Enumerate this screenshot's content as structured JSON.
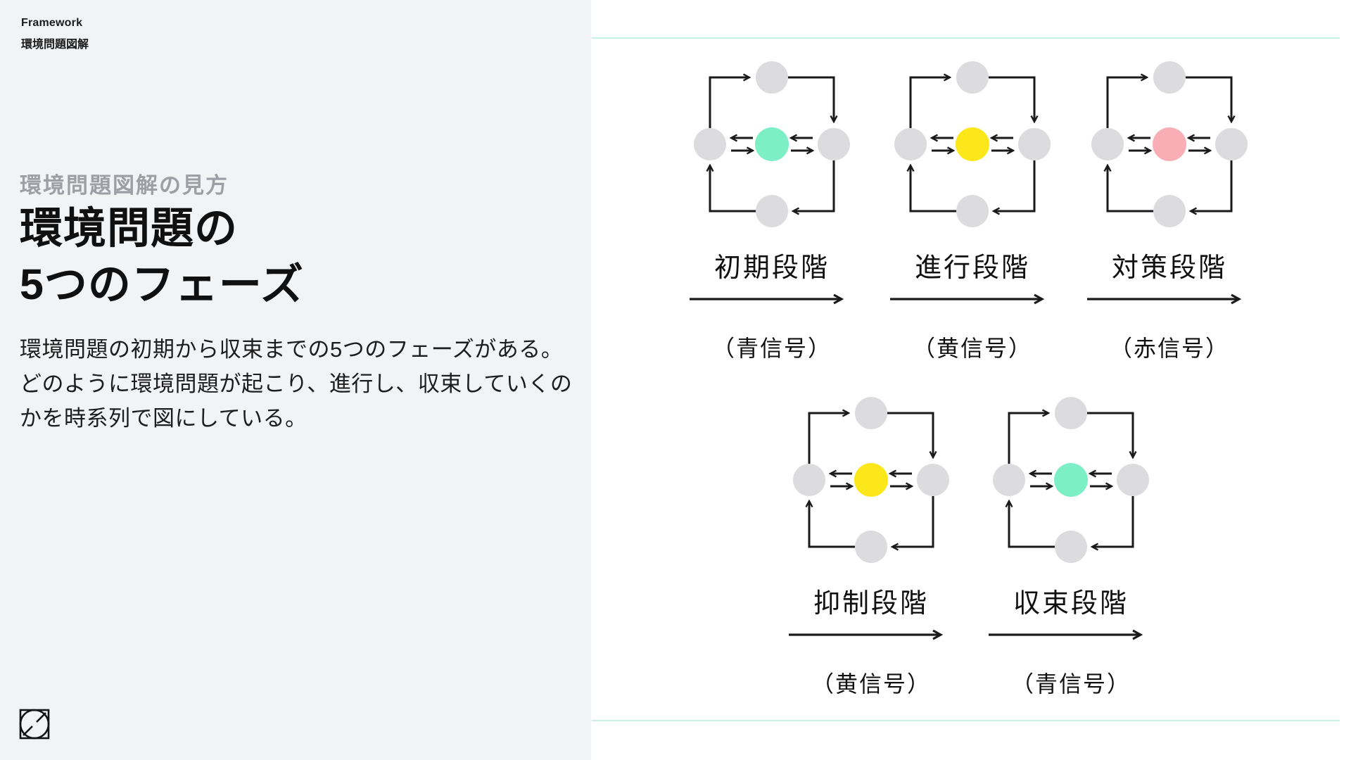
{
  "brand": {
    "label": "Framework",
    "title": "環境問題図解"
  },
  "intro": {
    "kicker": "環境問題図解の見方",
    "title_line1": "環境問題の",
    "title_line2": "5つのフェーズ",
    "body_lines": [
      "環境問題の初期から収束までの5つのフェーズがある。",
      "どのように環境問題が起こり、進行し、収束していくの",
      "かを時系列で図にしている。"
    ]
  },
  "stages": [
    {
      "name": "初期段階",
      "signal": "（青信号）",
      "color": "#7DEFC6"
    },
    {
      "name": "進行段階",
      "signal": "（黄信号）",
      "color": "#FBE71A"
    },
    {
      "name": "対策段階",
      "signal": "（赤信号）",
      "color": "#F9AEB5"
    },
    {
      "name": "抑制段階",
      "signal": "（黄信号）",
      "color": "#FBE71A"
    },
    {
      "name": "収束段階",
      "signal": "（青信号）",
      "color": "#7DEFC6"
    }
  ],
  "colors": {
    "panel_bg": "#F2F3F5",
    "canvas_bg": "#FFFFFF",
    "divider": "#C9F2E6",
    "node_gray": "#DCDCDE",
    "wire": "#1A1A1A",
    "signal_green": "#7DEFC6",
    "signal_yellow": "#FBE71A",
    "signal_red": "#F9AEB5"
  },
  "icons": {
    "brand_mark": "square-circle-diagonal-icon"
  }
}
